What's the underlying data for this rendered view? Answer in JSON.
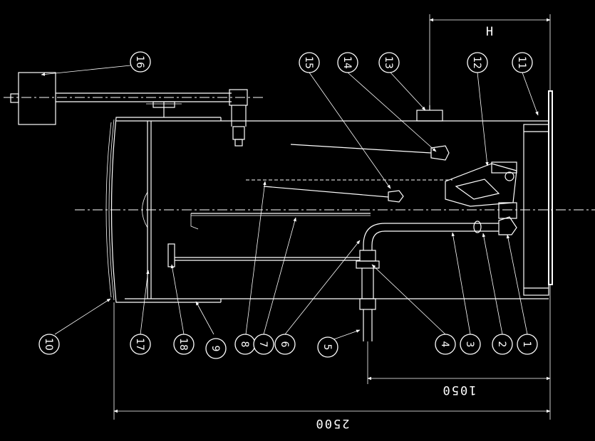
{
  "colors": {
    "background": "#000000",
    "line": "#ffffff"
  },
  "dimensions": {
    "height_label": "H",
    "overall_length": "2500",
    "inlet_distance": "1050"
  },
  "callouts": [
    "1",
    "2",
    "3",
    "4",
    "5",
    "6",
    "7",
    "8",
    "9",
    "10",
    "11",
    "12",
    "13",
    "14",
    "15",
    "16",
    "17",
    "18"
  ]
}
